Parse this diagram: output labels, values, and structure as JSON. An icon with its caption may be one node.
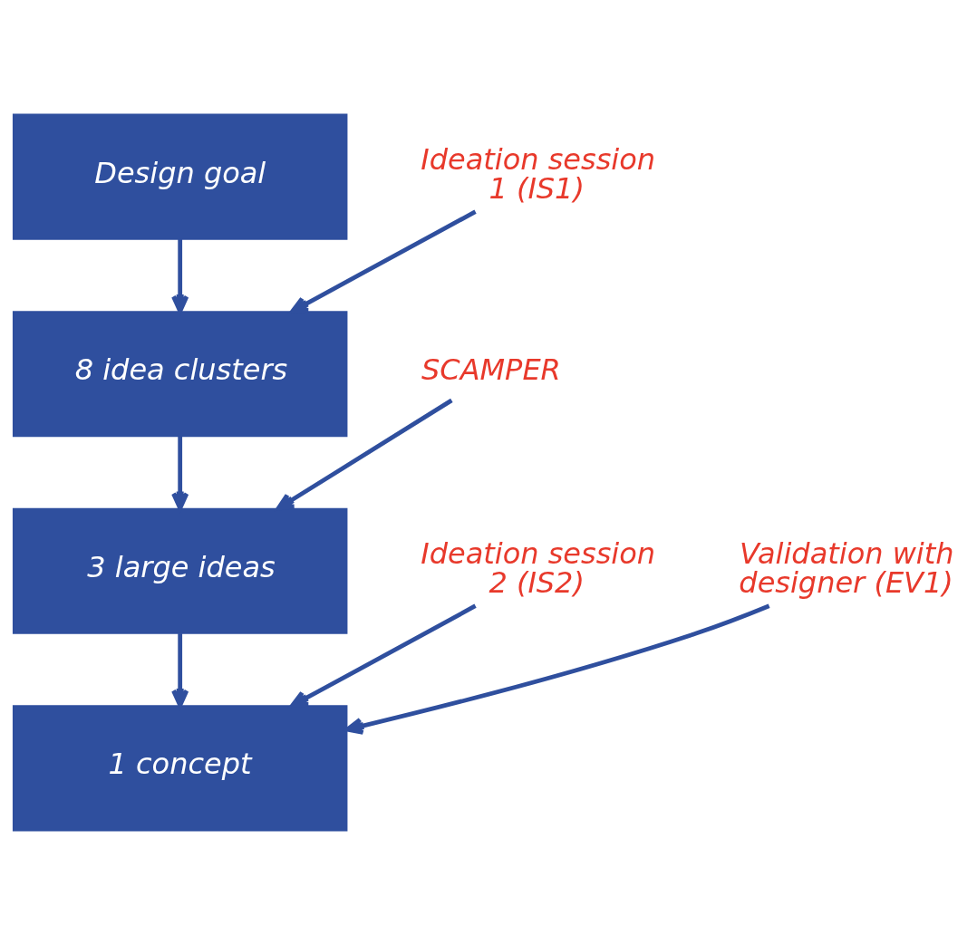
{
  "diagram": {
    "nodes": [
      {
        "text": [
          "Design goal"
        ]
      },
      {
        "text": [
          "Ideation session 1 (IS1)"
        ]
      },
      {
        "text": [
          "8 idea clusters"
        ]
      },
      {
        "text": [
          "SCAMPER"
        ]
      },
      {
        "text": [
          "3 large ideas"
        ]
      },
      {
        "text": [
          "Ideation session 2 (IS2)"
        ]
      },
      {
        "text": [
          "Validation with designer (EV1)"
        ]
      },
      {
        "text": [
          "1 concept"
        ]
      }
    ],
    "edges": [
      {
        "from": 0,
        "to": 2,
        "arrow": "to"
      },
      {
        "from": 1,
        "to": 2,
        "arrow": "to"
      },
      {
        "from": 2,
        "to": 4,
        "arrow": "to"
      },
      {
        "from": 3,
        "to": 4,
        "arrow": "to"
      },
      {
        "from": 4,
        "to": 7,
        "arrow": "to"
      },
      {
        "from": 5,
        "to": 7,
        "arrow": "to"
      },
      {
        "from": 6,
        "to": 7,
        "arrow": "to"
      }
    ]
  }
}
